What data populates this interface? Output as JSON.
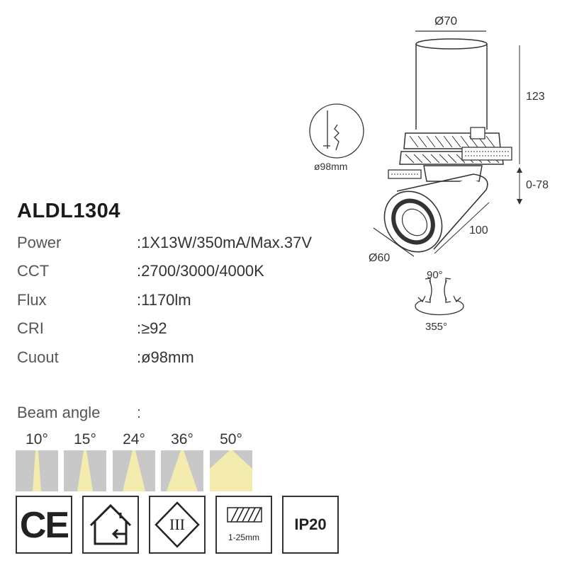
{
  "product": {
    "model": "ALDL1304"
  },
  "specs": [
    {
      "label": "Power",
      "value": ":1X13W/350mA/Max.37V"
    },
    {
      "label": "CCT",
      "value": ":2700/3000/4000K"
    },
    {
      "label": "Flux",
      "value": ":1170lm"
    },
    {
      "label": "CRI",
      "value": ":≥92"
    },
    {
      "label": "Cuout",
      "value": ":ø98mm"
    }
  ],
  "beam": {
    "label": "Beam angle",
    "colon": ":",
    "angles": [
      "10°",
      "15°",
      "24°",
      "36°",
      "50°"
    ],
    "beam_color": "#f3ecae",
    "box_color": "#c8c8c8"
  },
  "drawing": {
    "top_diameter": "Ø70",
    "height": "123",
    "extension": "0-78",
    "length": "100",
    "head_diameter": "Ø60",
    "cutout_label": "ø98mm",
    "tilt_angle": "90°",
    "rotation_angle": "355°"
  },
  "certifications": {
    "ce": "CE",
    "class": "III",
    "mounting_range": "1-25mm",
    "ip_rating": "IP20"
  }
}
